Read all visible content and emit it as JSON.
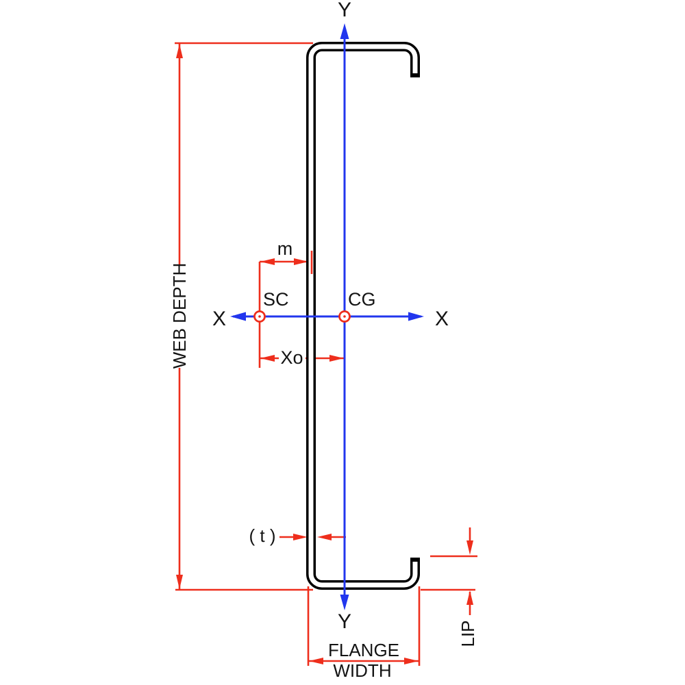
{
  "labels": {
    "web_depth": "WEB DEPTH",
    "flange_width_line1": "FLANGE",
    "flange_width_line2": "WIDTH",
    "lip": "LIP",
    "m_dimension": "m",
    "xo_dimension": "Xo",
    "thickness": "( t )",
    "shear_center": "SC",
    "center_of_gravity": "CG",
    "x_axis_left": "X",
    "x_axis_right": "X",
    "y_axis_top": "Y",
    "y_axis_bottom": "Y"
  },
  "colors": {
    "dimension": "#ee2e1c",
    "axis": "#2236ee",
    "section": "#000000",
    "background": "#ffffff",
    "text": "#141414"
  }
}
